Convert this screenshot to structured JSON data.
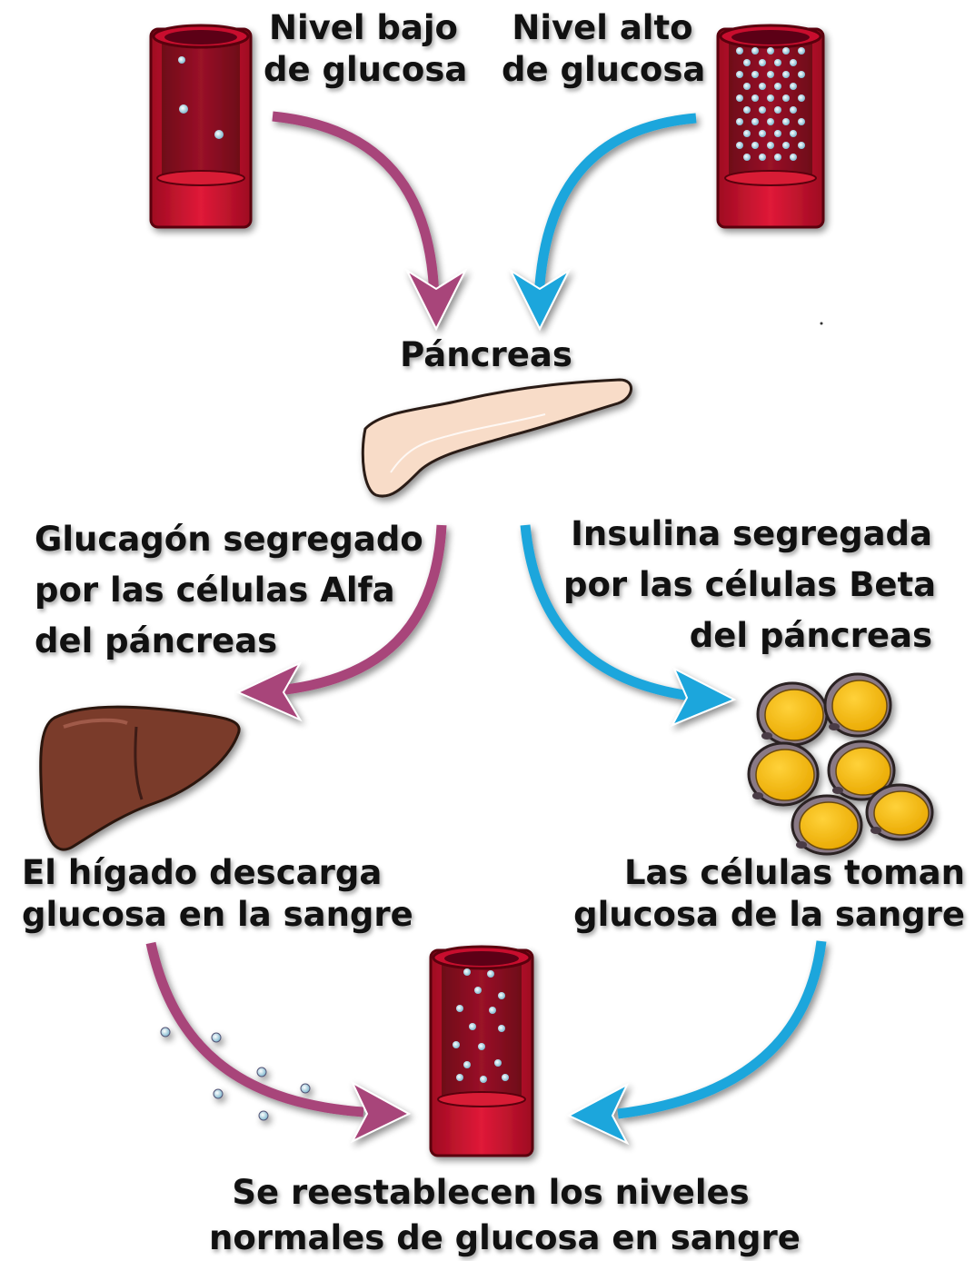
{
  "labels": {
    "low_glucose": [
      "Nivel bajo",
      "de glucosa"
    ],
    "high_glucose": [
      "Nivel alto",
      "de glucosa"
    ],
    "pancreas": "Páncreas",
    "glucagon": [
      "Glucagón segregado",
      "por las células Alfa",
      "del páncreas"
    ],
    "insulin": [
      "Insulina segregada",
      "por las células Beta",
      "del páncreas"
    ],
    "liver": [
      "El hígado descarga",
      "glucosa en la sangre"
    ],
    "cells": [
      "Las células toman",
      "glucosa de la sangre"
    ],
    "normal": [
      "Se reestablecen los niveles",
      "normales de glucosa en sangre"
    ]
  },
  "colors": {
    "glucagon_arrow": "#a8447a",
    "insulin_arrow": "#1aa6dc",
    "vessel": "#c8102e",
    "vessel_inner": "#8a0e22",
    "liver": "#7a3a2c",
    "fat_cell": "#f2b400",
    "pancreas": "#f8dcc8"
  }
}
